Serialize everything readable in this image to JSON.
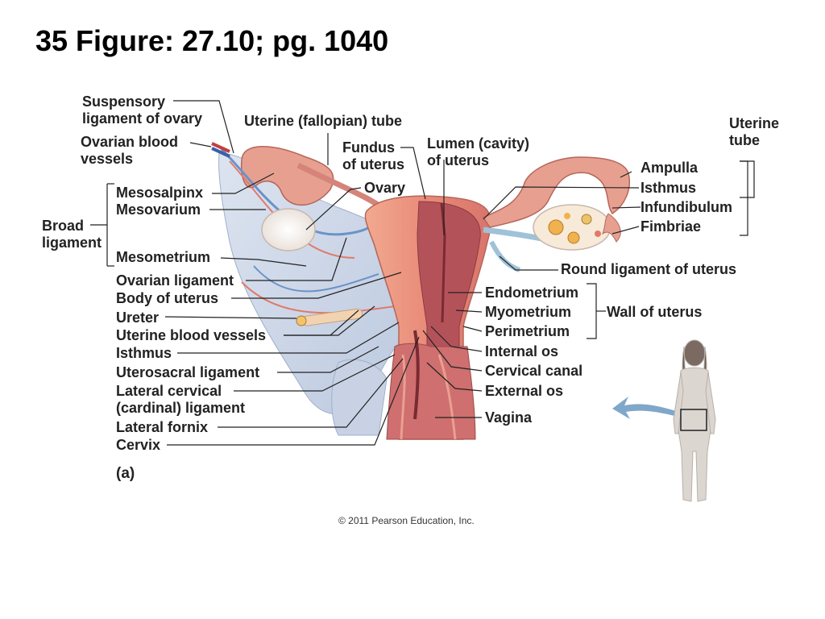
{
  "slide": {
    "title": "35 Figure: 27.10; pg. 1040"
  },
  "labels": {
    "suspensory_ligament": [
      "Suspensory",
      "ligament of ovary"
    ],
    "ovarian_blood_vessels": [
      "Ovarian blood",
      "vessels"
    ],
    "uterine_fallopian_tube": "Uterine (fallopian) tube",
    "fundus": [
      "Fundus",
      "of uterus"
    ],
    "lumen": [
      "Lumen (cavity)",
      "of uterus"
    ],
    "uterine_tube": [
      "Uterine",
      "tube"
    ],
    "broad_ligament": [
      "Broad",
      "ligament"
    ],
    "mesosalpinx": "Mesosalpinx",
    "mesovarium": "Mesovarium",
    "ovary": "Ovary",
    "mesometrium": "Mesometrium",
    "ovarian_ligament": "Ovarian ligament",
    "body_of_uterus": "Body of uterus",
    "ureter": "Ureter",
    "uterine_blood_vessels": "Uterine blood vessels",
    "isthmus_left": "Isthmus",
    "uterosacral_ligament": "Uterosacral ligament",
    "lateral_cervical": [
      "Lateral cervical",
      "(cardinal) ligament"
    ],
    "lateral_fornix": "Lateral fornix",
    "cervix": "Cervix",
    "panel": "(a)",
    "ampulla": "Ampulla",
    "isthmus_right": "Isthmus",
    "infundibulum": "Infundibulum",
    "fimbriae": "Fimbriae",
    "round_ligament": "Round ligament of uterus",
    "endometrium": "Endometrium",
    "myometrium": "Myometrium",
    "perimetrium": "Perimetrium",
    "wall_of_uterus": "Wall of uterus",
    "internal_os": "Internal os",
    "cervical_canal": "Cervical canal",
    "external_os": "External os",
    "vagina": "Vagina"
  },
  "footer": {
    "copyright": "© 2011 Pearson Education, Inc."
  },
  "colors": {
    "uterus": "#e8907a",
    "uterus_dark": "#c8665c",
    "cavity": "#a8454a",
    "ligament": "#c9d4e6",
    "vessel_blue": "#6a93c8",
    "vessel_red": "#e0796a",
    "ovary": "#f3ede8",
    "leader": "#222222",
    "arrow": "#7fa7c9"
  }
}
